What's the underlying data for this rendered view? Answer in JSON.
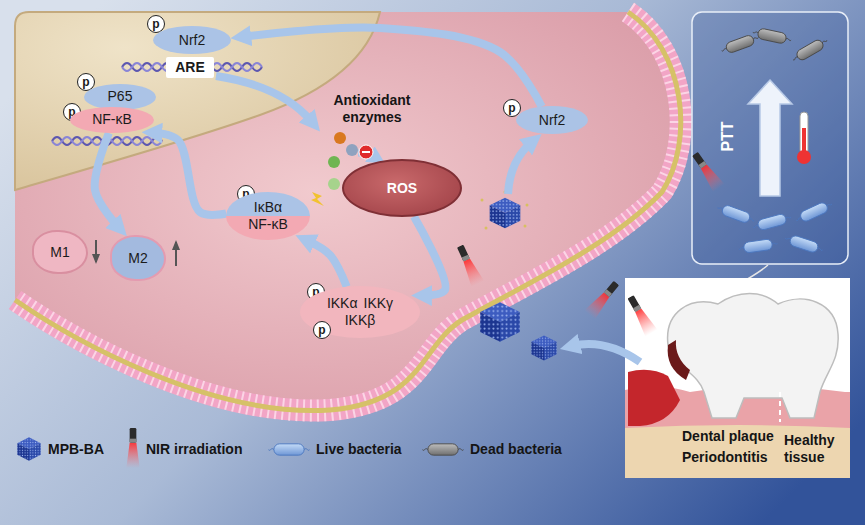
{
  "diagram": {
    "nodes": [
      {
        "text": [
          "p"
        ]
      },
      {
        "text": [
          "Nrf2"
        ]
      },
      {
        "text": [
          "ARE"
        ]
      },
      {
        "text": [
          "p"
        ]
      },
      {
        "text": [
          "P65"
        ]
      },
      {
        "text": [
          "p"
        ]
      },
      {
        "text": [
          "NF-κB"
        ]
      },
      {
        "text": [
          "p"
        ]
      },
      {
        "text": [
          "Nrf2"
        ]
      },
      {
        "text": [
          "ROS"
        ]
      },
      {
        "text": [
          "p"
        ]
      },
      {
        "text": [
          "IκBα",
          "NF-κB"
        ]
      },
      {
        "text": [
          "p"
        ]
      },
      {
        "text": [
          "IKKα",
          "IKKγ",
          "IKKβ"
        ]
      },
      {
        "text": [
          "p"
        ]
      },
      {
        "text": [
          "M1"
        ]
      },
      {
        "text": [
          "M2"
        ]
      }
    ],
    "edges": [
      {
        "from": 8,
        "to": 1,
        "arrow": "to"
      },
      {
        "from": 13,
        "to": 11,
        "arrow": "to"
      },
      {
        "from": 9,
        "to": 13,
        "arrow": "to"
      },
      {
        "from": 11,
        "to": 6,
        "arrow": "to"
      },
      {
        "from": 6,
        "to": 16,
        "arrow": "to"
      }
    ],
    "labels": [
      "Antioxidant enzymes",
      "PTT",
      "Dental plaque",
      "Periodontitis",
      "Healthy tissue"
    ],
    "legend": [
      {
        "text": "MPB-BA"
      },
      {
        "text": "NIR irradiation"
      },
      {
        "text": "Live bacteria"
      },
      {
        "text": "Dead bacteria"
      }
    ]
  }
}
